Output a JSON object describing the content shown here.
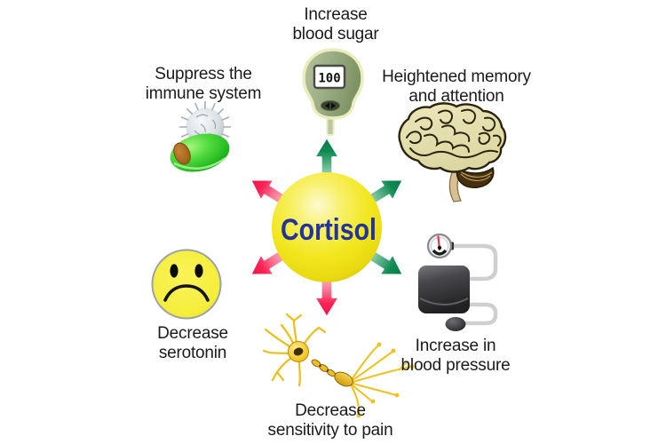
{
  "center": {
    "label": "Cortisol",
    "text_color": "#21349b",
    "ball_color": "#f1e520"
  },
  "glucose_meter": {
    "reading": "100"
  },
  "colors": {
    "increase_arrow_green": "#0e8a50",
    "decrease_arrow_pink": "#fa2150",
    "background": "#ffffff",
    "label_text": "#1b1b1b"
  },
  "effects": [
    {
      "name": "increase-blood-sugar",
      "line1": "Increase",
      "line2": "blood sugar",
      "arrow": "increase",
      "icon": "glucose-meter-icon",
      "position": "top"
    },
    {
      "name": "heightened-memory",
      "line1": "Heightened memory",
      "line2": "and attention",
      "arrow": "increase",
      "icon": "brain-icon",
      "position": "top-right"
    },
    {
      "name": "increase-blood-pressure",
      "line1": "Increase in",
      "line2": "blood pressure",
      "arrow": "increase",
      "icon": "blood-pressure-monitor-icon",
      "position": "bottom-right"
    },
    {
      "name": "decrease-pain-sensitivity",
      "line1": "Decrease",
      "line2": "sensitivity to pain",
      "arrow": "decrease",
      "icon": "neuron-icon",
      "position": "bottom"
    },
    {
      "name": "decrease-serotonin",
      "line1": "Decrease",
      "line2": "serotonin",
      "arrow": "decrease",
      "icon": "sad-face-icon",
      "position": "bottom-left"
    },
    {
      "name": "suppress-immune-system",
      "line1": "Suppress the",
      "line2": "immune system",
      "arrow": "decrease",
      "icon": "immune-cell-icon",
      "position": "top-left"
    }
  ]
}
